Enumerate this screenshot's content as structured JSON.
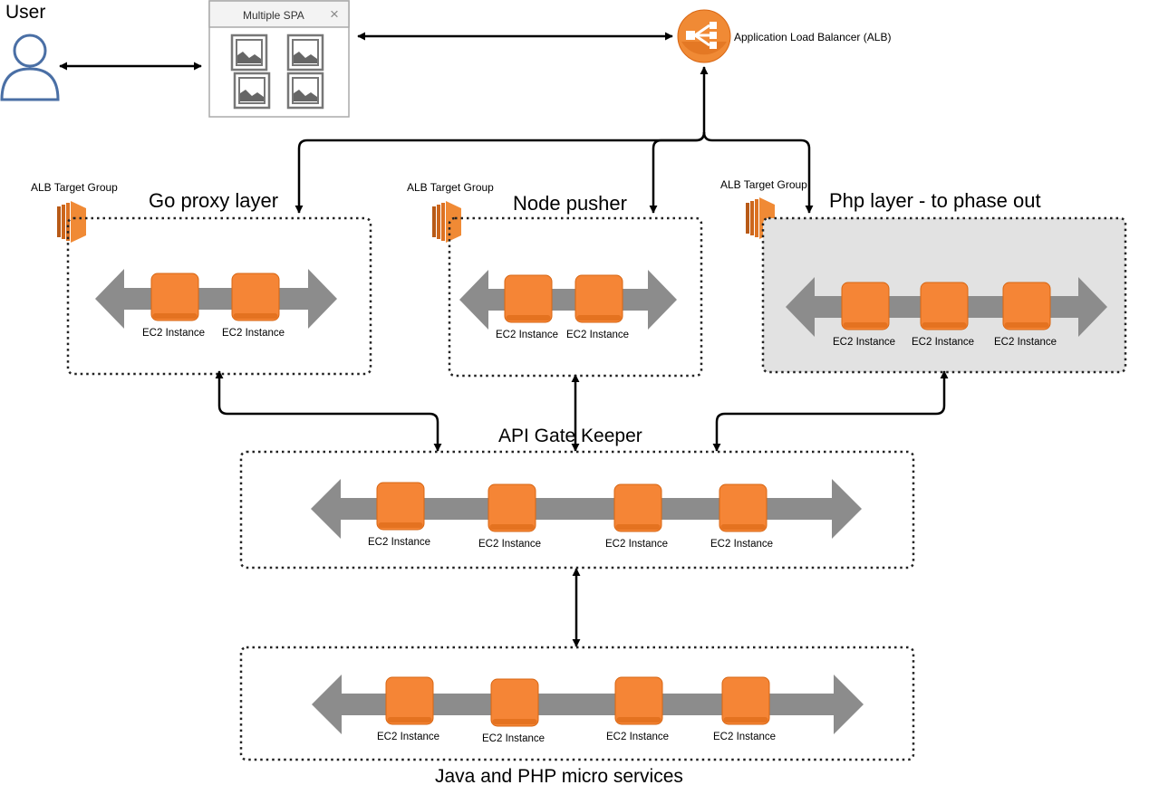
{
  "user": {
    "label": "User"
  },
  "spa": {
    "window_title": "Multiple SPA",
    "close_glyph": "×"
  },
  "alb": {
    "label": "Application Load Balancer (ALB)",
    "icon": "load-balancer-icon"
  },
  "target_group_label": "ALB Target Group",
  "ec2_label": "EC2 Instance",
  "groups": {
    "go": {
      "title": "Go proxy layer",
      "instances": 2
    },
    "node": {
      "title": "Node pusher",
      "instances": 2
    },
    "php": {
      "title": "Php layer - to phase out",
      "instances": 3
    }
  },
  "gatekeeper": {
    "title": "API Gate Keeper",
    "instances": 4
  },
  "micro": {
    "title": "Java and PHP micro services",
    "instances": 4
  },
  "colors": {
    "ec2_orange": "#f58536",
    "ec2_border": "#d86613",
    "tg_orange": "#e8822d",
    "flow_arrow": "#8c8c8c",
    "php_fill": "#e2e2e2",
    "user_icon": "#4a6fa5"
  }
}
